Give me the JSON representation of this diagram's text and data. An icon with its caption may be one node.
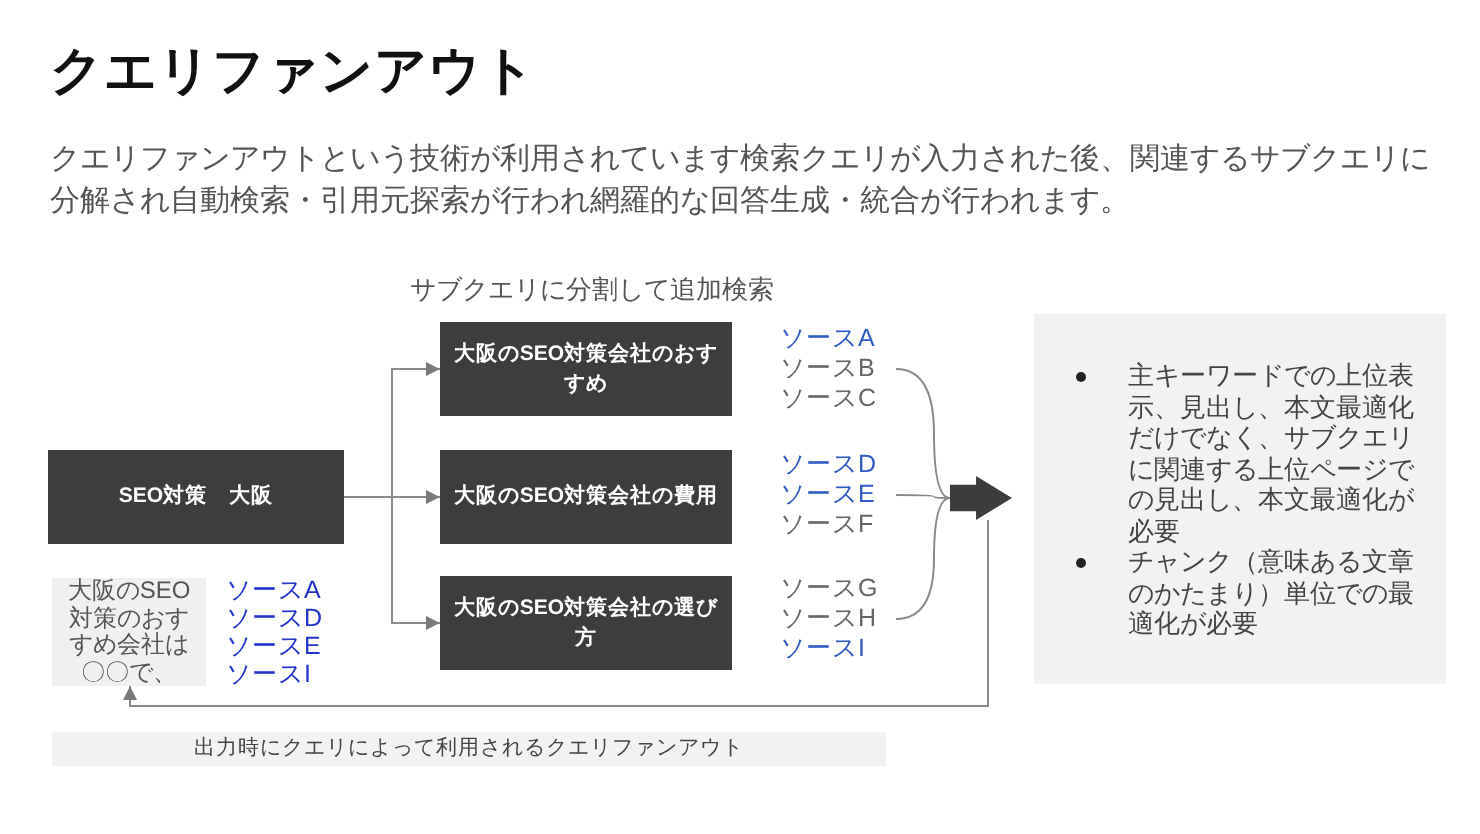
{
  "diagram": {
    "title": "クエリファンアウト",
    "nodes": [
      {
        "text": [
          "SEO対策　大阪"
        ]
      },
      {
        "text": [
          "大阪のSEO対策会社のおすすめ"
        ]
      },
      {
        "text": [
          "大阪のSEO対策会社の費用"
        ]
      },
      {
        "text": [
          "大阪のSEO対策会社の選び方"
        ]
      },
      {
        "text": [
          "ソースA",
          "ソースB",
          "ソースC"
        ]
      },
      {
        "text": [
          "ソースD",
          "ソースE",
          "ソースF"
        ]
      },
      {
        "text": [
          "ソースG",
          "ソースH",
          "ソースI"
        ]
      },
      {
        "text": [],
        "shape": "arrow"
      },
      {
        "text": [
          "主キーワードでの上位表示、見出し、本文最適化だけでなく、サブクエリに関連する上位ページでの見出し、本文最適化が必要",
          "チャンク（意味ある文章のかたまり）単位での最適化が必要"
        ]
      },
      {
        "text": [
          "大阪のSEO対策のおすすめ会社は〇〇で、"
        ],
        "beside": [
          "ソースA",
          "ソースD",
          "ソースE",
          "ソースI"
        ]
      },
      {
        "text": [
          "出力時にクエリによって利用されるクエリファンアウト"
        ]
      }
    ],
    "edges": [
      {
        "from": 0,
        "to": 1,
        "arrow": "to"
      },
      {
        "from": 0,
        "to": 2,
        "arrow": "to"
      },
      {
        "from": 0,
        "to": 3,
        "arrow": "to"
      },
      {
        "from": 4,
        "to": 7,
        "arrow": "none"
      },
      {
        "from": 5,
        "to": 7,
        "arrow": "none"
      },
      {
        "from": 6,
        "to": 7,
        "arrow": "none"
      },
      {
        "from": 7,
        "to": 9,
        "arrow": "to"
      }
    ],
    "labels": [
      "クエリファンアウトという技術が利用されています検索クエリが入力された後、関連するサブクエリに分解され自動検索・引用元探索が行われ網羅的な回答生成・統合が行われます。",
      "サブクエリに分割して追加検索"
    ]
  }
}
